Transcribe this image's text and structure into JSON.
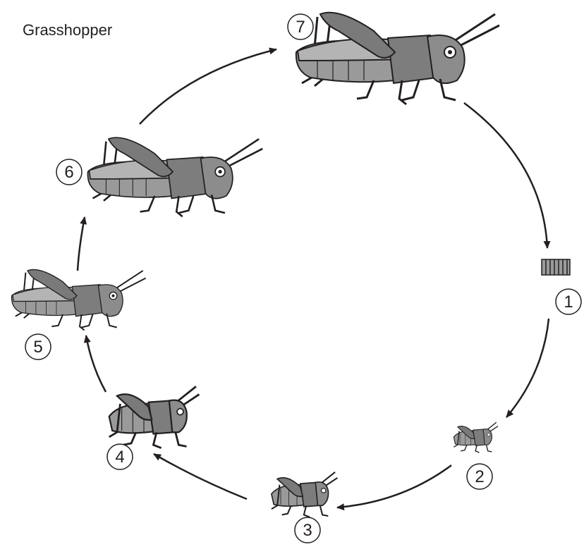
{
  "title": "Grasshopper",
  "stages": [
    {
      "label": "1",
      "name": "eggs"
    },
    {
      "label": "2",
      "name": "nymph-stage-1"
    },
    {
      "label": "3",
      "name": "nymph-stage-2"
    },
    {
      "label": "4",
      "name": "nymph-stage-3"
    },
    {
      "label": "5",
      "name": "nymph-stage-4"
    },
    {
      "label": "6",
      "name": "nymph-stage-5"
    },
    {
      "label": "7",
      "name": "adult"
    }
  ],
  "colors": {
    "body": "#8a8a8a",
    "wing": "#a8a8a8",
    "outline": "#231f20",
    "arrow": "#231f20"
  }
}
